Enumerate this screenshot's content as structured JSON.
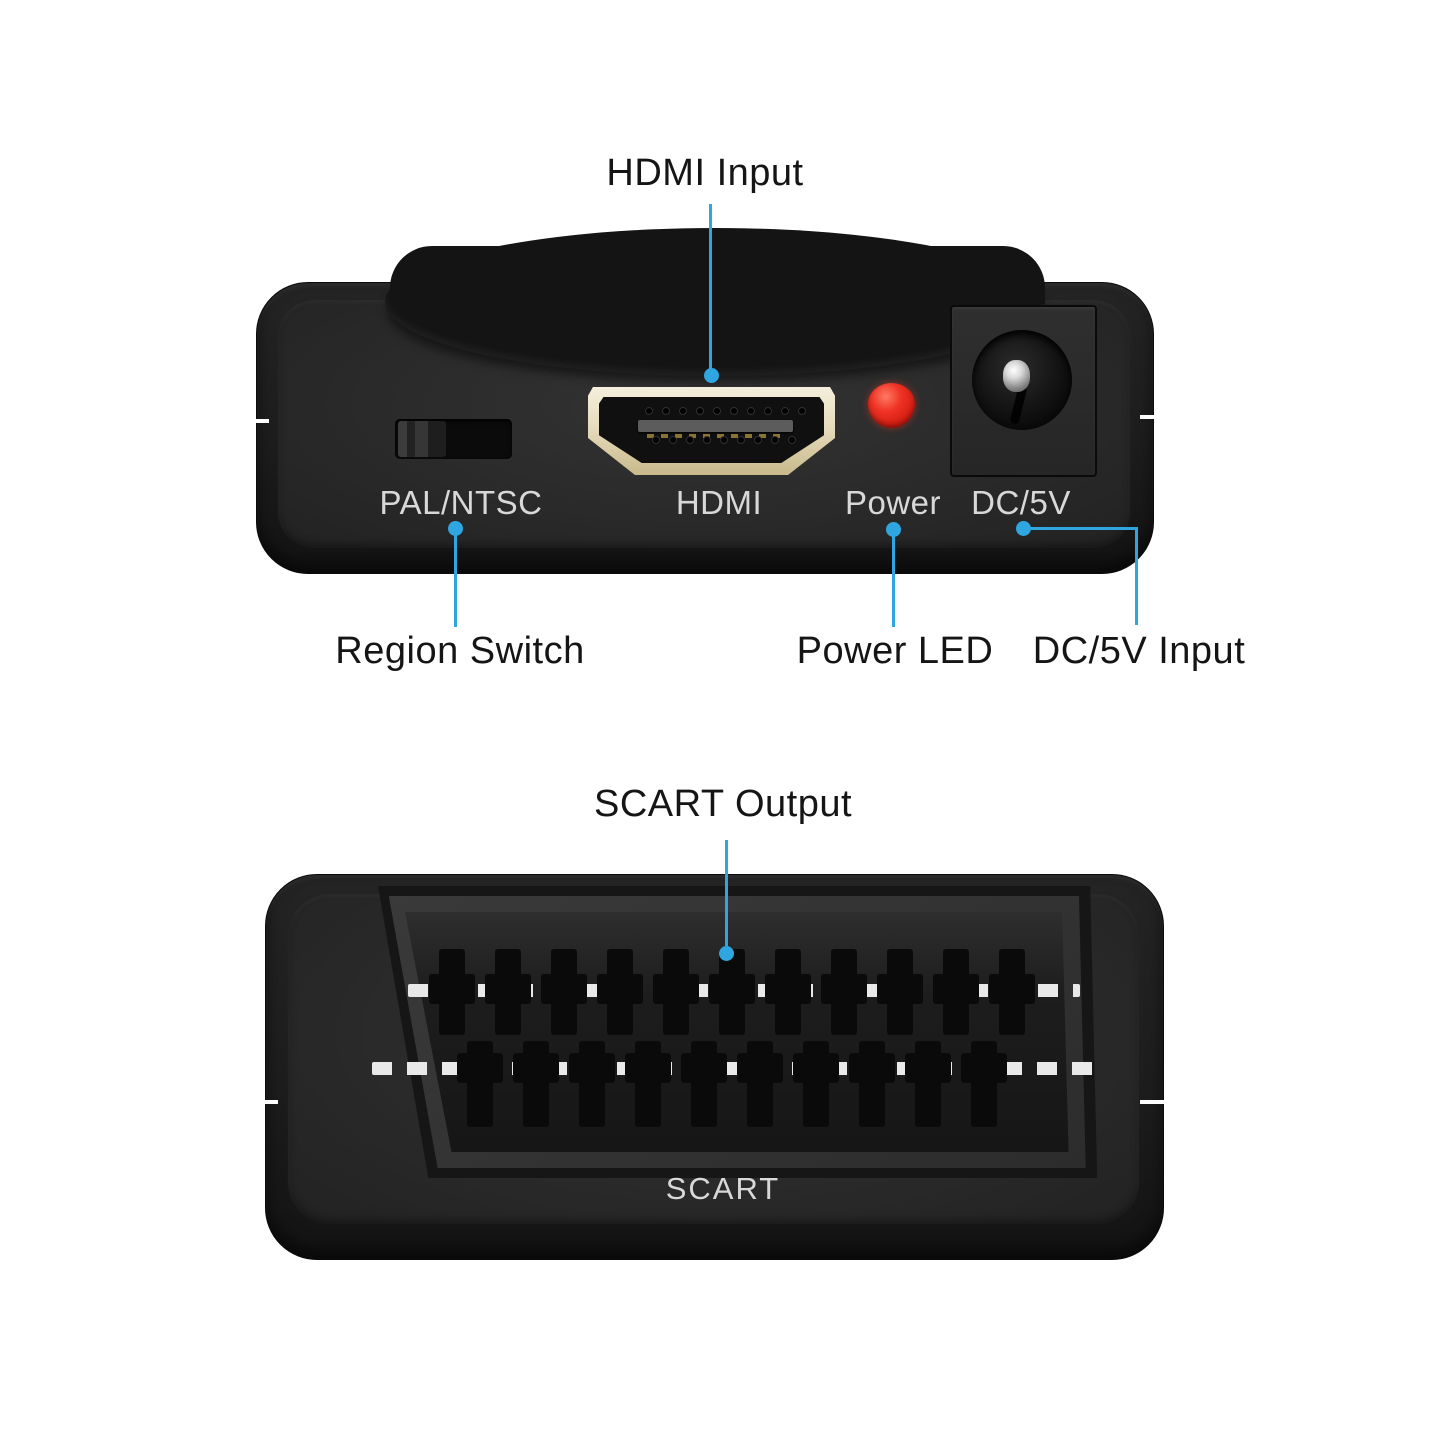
{
  "colors": {
    "annotation_blue": "#2fa6e0",
    "annotation_text": "#151515",
    "device_text": "#d8d8d8",
    "led_red": "#e02a1a",
    "hdmi_gold": "#e6dcbd",
    "background": "#ffffff"
  },
  "top_unit": {
    "callouts": {
      "hdmi_input": "HDMI Input",
      "region_switch": "Region Switch",
      "power_led": "Power LED",
      "dc_input": "DC/5V Input"
    },
    "panel_labels": {
      "region_switch": "PAL/NTSC",
      "hdmi": "HDMI",
      "power": "Power",
      "dc": "DC/5V"
    },
    "hdmi_pin_dot_rows": [
      10,
      9
    ]
  },
  "bottom_unit": {
    "callouts": {
      "scart_output": "SCART Output"
    },
    "panel_labels": {
      "scart": "SCART"
    },
    "scart_pin_rows": [
      11,
      10
    ]
  }
}
